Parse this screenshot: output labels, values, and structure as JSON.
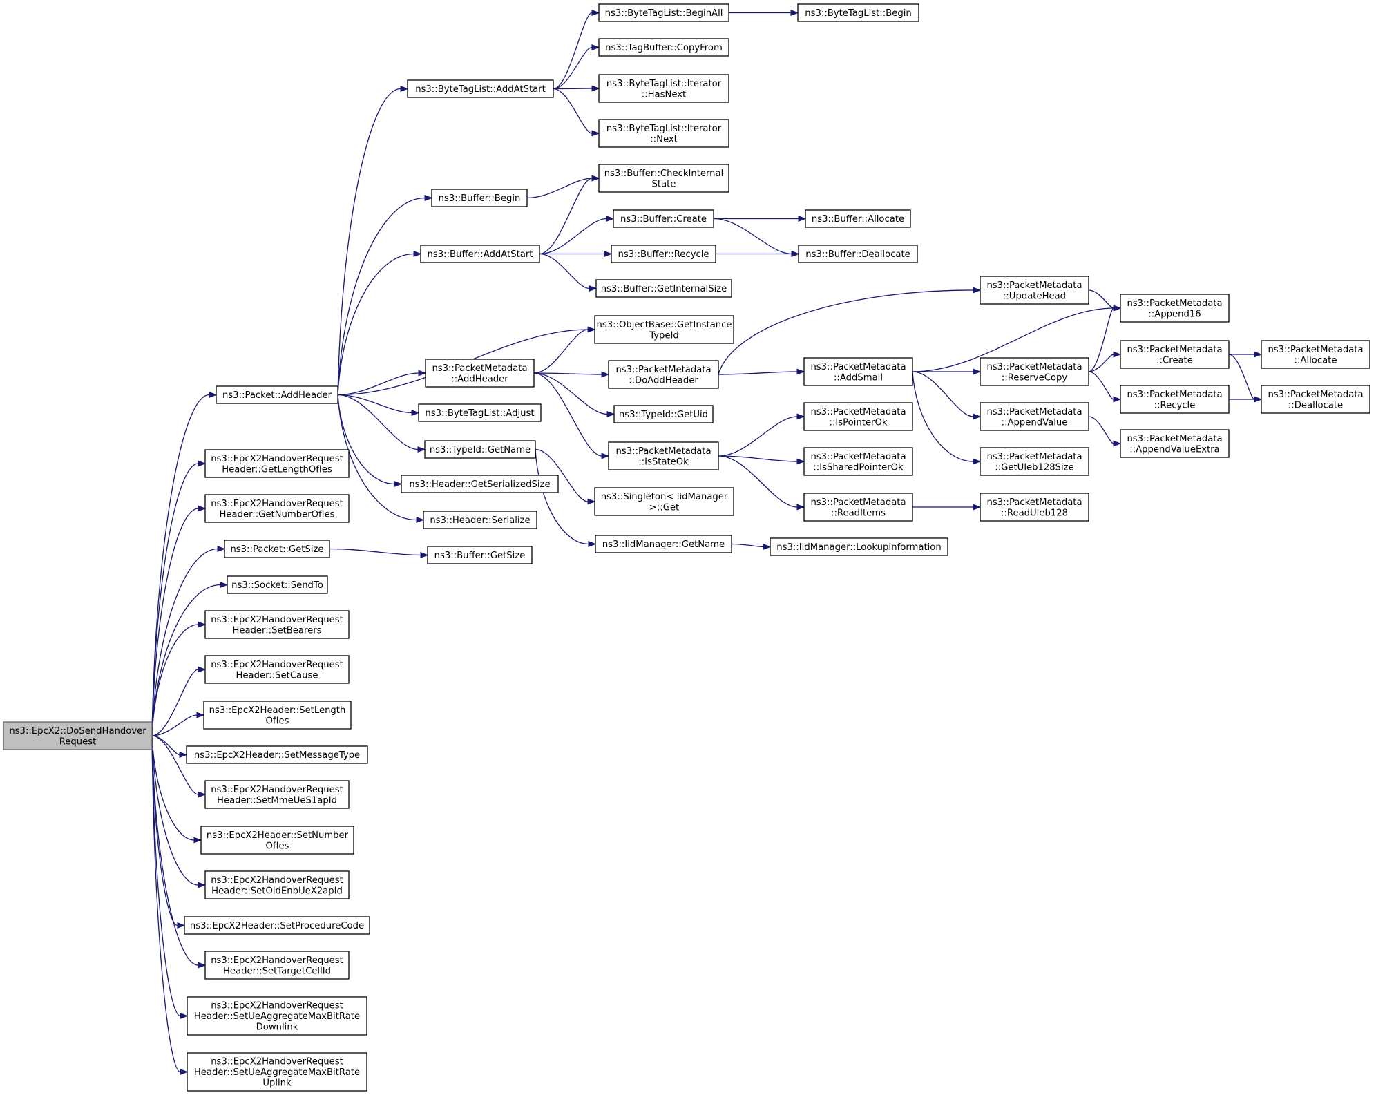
{
  "diagram": {
    "colors": {
      "edge": "#191970",
      "root_fill": "#bfbfbf",
      "root_stroke": "#666666",
      "node_fill": "#ffffff",
      "node_stroke": "#000000"
    },
    "nodes": [
      {
        "id": "root",
        "lines": [
          "ns3::EpcX2::DoSendHandover",
          "Request"
        ],
        "root": true
      },
      {
        "id": "packetAddHeader",
        "lines": [
          "ns3::Packet::AddHeader"
        ]
      },
      {
        "id": "getLengthOfIes",
        "lines": [
          "ns3::EpcX2HandoverRequest",
          "Header::GetLengthOfIes"
        ]
      },
      {
        "id": "getNumberOfIes",
        "lines": [
          "ns3::EpcX2HandoverRequest",
          "Header::GetNumberOfIes"
        ]
      },
      {
        "id": "packetGetSize",
        "lines": [
          "ns3::Packet::GetSize"
        ]
      },
      {
        "id": "socketSendTo",
        "lines": [
          "ns3::Socket::SendTo"
        ]
      },
      {
        "id": "setBearers",
        "lines": [
          "ns3::EpcX2HandoverRequest",
          "Header::SetBearers"
        ]
      },
      {
        "id": "setCause",
        "lines": [
          "ns3::EpcX2HandoverRequest",
          "Header::SetCause"
        ]
      },
      {
        "id": "setLengthOfIes",
        "lines": [
          "ns3::EpcX2Header::SetLength",
          "OfIes"
        ]
      },
      {
        "id": "setMessageType",
        "lines": [
          "ns3::EpcX2Header::SetMessageType"
        ]
      },
      {
        "id": "setMmeUeS1apId",
        "lines": [
          "ns3::EpcX2HandoverRequest",
          "Header::SetMmeUeS1apId"
        ]
      },
      {
        "id": "setNumberOfIes",
        "lines": [
          "ns3::EpcX2Header::SetNumber",
          "OfIes"
        ]
      },
      {
        "id": "setOldEnbUeX2apId",
        "lines": [
          "ns3::EpcX2HandoverRequest",
          "Header::SetOldEnbUeX2apId"
        ]
      },
      {
        "id": "setProcedureCode",
        "lines": [
          "ns3::EpcX2Header::SetProcedureCode"
        ]
      },
      {
        "id": "setTargetCellId",
        "lines": [
          "ns3::EpcX2HandoverRequest",
          "Header::SetTargetCellId"
        ]
      },
      {
        "id": "setUeAggDownlink",
        "lines": [
          "ns3::EpcX2HandoverRequest",
          "Header::SetUeAggregateMaxBitRate",
          "Downlink"
        ]
      },
      {
        "id": "setUeAggUplink",
        "lines": [
          "ns3::EpcX2HandoverRequest",
          "Header::SetUeAggregateMaxBitRate",
          "Uplink"
        ]
      },
      {
        "id": "byteTagListAddAtStart",
        "lines": [
          "ns3::ByteTagList::AddAtStart"
        ]
      },
      {
        "id": "bufferBegin",
        "lines": [
          "ns3::Buffer::Begin"
        ]
      },
      {
        "id": "bufferAddAtStart",
        "lines": [
          "ns3::Buffer::AddAtStart"
        ]
      },
      {
        "id": "packetMetadataAddHeader",
        "lines": [
          "ns3::PacketMetadata",
          "::AddHeader"
        ]
      },
      {
        "id": "byteTagListAdjust",
        "lines": [
          "ns3::ByteTagList::Adjust"
        ]
      },
      {
        "id": "typeIdGetName",
        "lines": [
          "ns3::TypeId::GetName"
        ]
      },
      {
        "id": "headerGetSerializedSize",
        "lines": [
          "ns3::Header::GetSerializedSize"
        ]
      },
      {
        "id": "headerSerialize",
        "lines": [
          "ns3::Header::Serialize"
        ]
      },
      {
        "id": "bufferGetSize",
        "lines": [
          "ns3::Buffer::GetSize"
        ]
      },
      {
        "id": "byteTagListBeginAll",
        "lines": [
          "ns3::ByteTagList::BeginAll"
        ]
      },
      {
        "id": "tagBufferCopyFrom",
        "lines": [
          "ns3::TagBuffer::CopyFrom"
        ]
      },
      {
        "id": "iteratorHasNext",
        "lines": [
          "ns3::ByteTagList::Iterator",
          "::HasNext"
        ]
      },
      {
        "id": "iteratorNext",
        "lines": [
          "ns3::ByteTagList::Iterator",
          "::Next"
        ]
      },
      {
        "id": "bufferCheckInternalState",
        "lines": [
          "ns3::Buffer::CheckInternal",
          "State"
        ]
      },
      {
        "id": "bufferCreate",
        "lines": [
          "ns3::Buffer::Create"
        ]
      },
      {
        "id": "bufferRecycle",
        "lines": [
          "ns3::Buffer::Recycle"
        ]
      },
      {
        "id": "bufferGetInternalSize",
        "lines": [
          "ns3::Buffer::GetInternalSize"
        ]
      },
      {
        "id": "objectBaseGetInstanceTypeId",
        "lines": [
          "ns3::ObjectBase::GetInstance",
          "TypeId"
        ]
      },
      {
        "id": "pmDoAddHeader",
        "lines": [
          "ns3::PacketMetadata",
          "::DoAddHeader"
        ]
      },
      {
        "id": "typeIdGetUid",
        "lines": [
          "ns3::TypeId::GetUid"
        ]
      },
      {
        "id": "pmIsStateOk",
        "lines": [
          "ns3::PacketMetadata",
          "::IsStateOk"
        ]
      },
      {
        "id": "singletonGet",
        "lines": [
          "ns3::Singleton< IidManager",
          ">::Get"
        ]
      },
      {
        "id": "iidManagerGetName",
        "lines": [
          "ns3::IidManager::GetName"
        ]
      },
      {
        "id": "byteTagListBegin",
        "lines": [
          "ns3::ByteTagList::Begin"
        ]
      },
      {
        "id": "bufferAllocate",
        "lines": [
          "ns3::Buffer::Allocate"
        ]
      },
      {
        "id": "bufferDeallocate",
        "lines": [
          "ns3::Buffer::Deallocate"
        ]
      },
      {
        "id": "pmUpdateHead",
        "lines": [
          "ns3::PacketMetadata",
          "::UpdateHead"
        ]
      },
      {
        "id": "pmAddSmall",
        "lines": [
          "ns3::PacketMetadata",
          "::AddSmall"
        ]
      },
      {
        "id": "pmIsPointerOk",
        "lines": [
          "ns3::PacketMetadata",
          "::IsPointerOk"
        ]
      },
      {
        "id": "pmIsSharedPointerOk",
        "lines": [
          "ns3::PacketMetadata",
          "::IsSharedPointerOk"
        ]
      },
      {
        "id": "pmReadItems",
        "lines": [
          "ns3::PacketMetadata",
          "::ReadItems"
        ]
      },
      {
        "id": "iidManagerLookupInformation",
        "lines": [
          "ns3::IidManager::LookupInformation"
        ]
      },
      {
        "id": "pmAppend16",
        "lines": [
          "ns3::PacketMetadata",
          "::Append16"
        ]
      },
      {
        "id": "pmReserveCopy",
        "lines": [
          "ns3::PacketMetadata",
          "::ReserveCopy"
        ]
      },
      {
        "id": "pmAppendValue",
        "lines": [
          "ns3::PacketMetadata",
          "::AppendValue"
        ]
      },
      {
        "id": "pmGetUleb128Size",
        "lines": [
          "ns3::PacketMetadata",
          "::GetUleb128Size"
        ]
      },
      {
        "id": "pmReadUleb128",
        "lines": [
          "ns3::PacketMetadata",
          "::ReadUleb128"
        ]
      },
      {
        "id": "pmCreate",
        "lines": [
          "ns3::PacketMetadata",
          "::Create"
        ]
      },
      {
        "id": "pmRecycle",
        "lines": [
          "ns3::PacketMetadata",
          "::Recycle"
        ]
      },
      {
        "id": "pmAppendValueExtra",
        "lines": [
          "ns3::PacketMetadata",
          "::AppendValueExtra"
        ]
      },
      {
        "id": "pmAllocate",
        "lines": [
          "ns3::PacketMetadata",
          "::Allocate"
        ]
      },
      {
        "id": "pmDeallocate",
        "lines": [
          "ns3::PacketMetadata",
          "::Deallocate"
        ]
      }
    ],
    "edges": [
      [
        "root",
        "packetAddHeader"
      ],
      [
        "root",
        "getLengthOfIes"
      ],
      [
        "root",
        "getNumberOfIes"
      ],
      [
        "root",
        "packetGetSize"
      ],
      [
        "root",
        "socketSendTo"
      ],
      [
        "root",
        "setBearers"
      ],
      [
        "root",
        "setCause"
      ],
      [
        "root",
        "setLengthOfIes"
      ],
      [
        "root",
        "setMessageType"
      ],
      [
        "root",
        "setMmeUeS1apId"
      ],
      [
        "root",
        "setNumberOfIes"
      ],
      [
        "root",
        "setOldEnbUeX2apId"
      ],
      [
        "root",
        "setProcedureCode"
      ],
      [
        "root",
        "setTargetCellId"
      ],
      [
        "root",
        "setUeAggDownlink"
      ],
      [
        "root",
        "setUeAggUplink"
      ],
      [
        "packetAddHeader",
        "byteTagListAddAtStart"
      ],
      [
        "packetAddHeader",
        "bufferBegin"
      ],
      [
        "packetAddHeader",
        "bufferAddAtStart"
      ],
      [
        "packetAddHeader",
        "objectBaseGetInstanceTypeId"
      ],
      [
        "packetAddHeader",
        "packetMetadataAddHeader"
      ],
      [
        "packetAddHeader",
        "byteTagListAdjust"
      ],
      [
        "packetAddHeader",
        "typeIdGetName"
      ],
      [
        "packetAddHeader",
        "headerGetSerializedSize"
      ],
      [
        "packetAddHeader",
        "headerSerialize"
      ],
      [
        "packetGetSize",
        "bufferGetSize"
      ],
      [
        "byteTagListAddAtStart",
        "byteTagListBeginAll"
      ],
      [
        "byteTagListAddAtStart",
        "tagBufferCopyFrom"
      ],
      [
        "byteTagListAddAtStart",
        "iteratorHasNext"
      ],
      [
        "byteTagListAddAtStart",
        "iteratorNext"
      ],
      [
        "byteTagListBeginAll",
        "byteTagListBegin"
      ],
      [
        "bufferBegin",
        "bufferCheckInternalState"
      ],
      [
        "bufferAddAtStart",
        "bufferCheckInternalState"
      ],
      [
        "bufferAddAtStart",
        "bufferCreate"
      ],
      [
        "bufferAddAtStart",
        "bufferRecycle"
      ],
      [
        "bufferAddAtStart",
        "bufferGetInternalSize"
      ],
      [
        "bufferCreate",
        "bufferAllocate"
      ],
      [
        "bufferCreate",
        "bufferDeallocate"
      ],
      [
        "bufferRecycle",
        "bufferDeallocate"
      ],
      [
        "packetMetadataAddHeader",
        "objectBaseGetInstanceTypeId"
      ],
      [
        "packetMetadataAddHeader",
        "pmDoAddHeader"
      ],
      [
        "packetMetadataAddHeader",
        "typeIdGetUid"
      ],
      [
        "packetMetadataAddHeader",
        "pmIsStateOk"
      ],
      [
        "pmDoAddHeader",
        "pmUpdateHead"
      ],
      [
        "pmDoAddHeader",
        "pmAddSmall"
      ],
      [
        "pmIsStateOk",
        "pmIsPointerOk"
      ],
      [
        "pmIsStateOk",
        "pmIsSharedPointerOk"
      ],
      [
        "pmIsStateOk",
        "pmReadItems"
      ],
      [
        "typeIdGetName",
        "singletonGet"
      ],
      [
        "typeIdGetName",
        "iidManagerGetName"
      ],
      [
        "iidManagerGetName",
        "iidManagerLookupInformation"
      ],
      [
        "pmUpdateHead",
        "pmAppend16"
      ],
      [
        "pmAddSmall",
        "pmAppend16"
      ],
      [
        "pmAddSmall",
        "pmReserveCopy"
      ],
      [
        "pmAddSmall",
        "pmAppendValue"
      ],
      [
        "pmAddSmall",
        "pmGetUleb128Size"
      ],
      [
        "pmReserveCopy",
        "pmAppend16"
      ],
      [
        "pmReserveCopy",
        "pmCreate"
      ],
      [
        "pmReserveCopy",
        "pmRecycle"
      ],
      [
        "pmCreate",
        "pmAllocate"
      ],
      [
        "pmCreate",
        "pmDeallocate"
      ],
      [
        "pmRecycle",
        "pmDeallocate"
      ],
      [
        "pmAppendValue",
        "pmAppendValueExtra"
      ],
      [
        "pmReadItems",
        "pmReadUleb128"
      ]
    ]
  }
}
